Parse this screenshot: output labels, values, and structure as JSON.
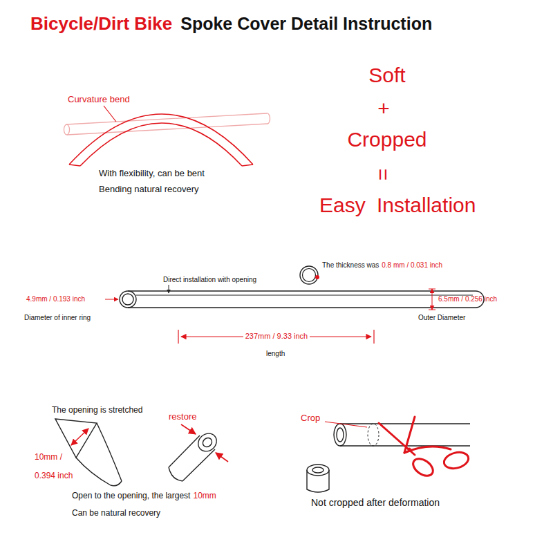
{
  "diagram": {
    "labels": [
      "Bicycle/Dirt Bike",
      "Spoke Cover Detail Instruction",
      "Soft",
      "+",
      "Cropped",
      "=",
      "Easy",
      "Installation",
      "Curvature bend",
      "With flexibility, can be bent",
      "Bending natural recovery",
      "The thickness was",
      "0.8 mm / 0.031 inch",
      "Direct installation with opening",
      "4.9mm / 0.193 inch",
      "6.5mm / 0.256 inch",
      "Diameter of inner ring",
      "Outer Diameter",
      "237mm / 9.33 inch",
      "length",
      "The opening is stretched",
      "restore",
      "10mm /",
      "0.394 inch",
      "Open to the opening, the largest",
      "10mm",
      "Can be natural recovery",
      "Crop",
      "Not cropped after deformation"
    ]
  }
}
